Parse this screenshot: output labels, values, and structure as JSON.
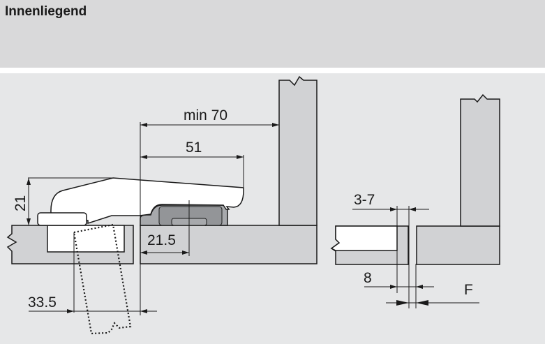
{
  "header": {
    "title": "Innenliegend"
  },
  "diagram": {
    "left": {
      "dim_min70": "min 70",
      "dim_51": "51",
      "dim_21": "21",
      "dim_21_5": "21.5",
      "dim_33_5": "33.5"
    },
    "right": {
      "dim_3_7": "3-7",
      "dim_8": "8",
      "dim_F": "F"
    }
  },
  "colors": {
    "header_bg": "#d9d9da",
    "diagram_bg": "#e6e7e8",
    "panel": "#d1d2d4",
    "plate": "#a7a9ac"
  }
}
